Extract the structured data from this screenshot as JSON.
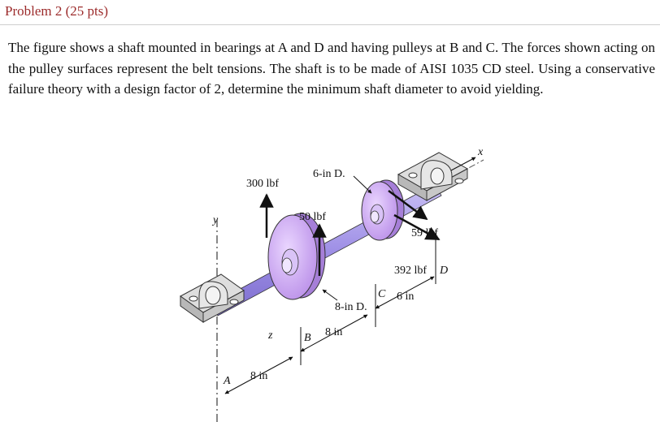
{
  "header": {
    "title": "Problem 2 (25 pts)"
  },
  "problem": {
    "text": "The figure shows a shaft mounted in bearings at A and D and having pulleys at B and C. The forces shown acting on the pulley surfaces represent the belt tensions. The shaft is to be made of AISI 1035 CD steel. Using a conservative failure theory with a design factor of 2, determine the minimum shaft diameter to avoid yielding."
  },
  "figure": {
    "labels": {
      "f300": "300 lbf",
      "f50": "50 lbf",
      "f59": "59 lbf",
      "f392": "392 lbf",
      "d6": "6-in D.",
      "d8": "8-in D.",
      "axis_x": "x",
      "axis_y": "y",
      "axis_z": "z",
      "pt_a": "A",
      "pt_b": "B",
      "pt_c": "C",
      "pt_d": "D",
      "dim_ab": "8 in",
      "dim_bc": "8 in",
      "dim_cd": "6 in"
    },
    "colors": {
      "pulley": "#c9a0f0",
      "shaft": "#9f90e6",
      "bearing": "#d8d8d8",
      "title": "#9c2b2b"
    }
  }
}
